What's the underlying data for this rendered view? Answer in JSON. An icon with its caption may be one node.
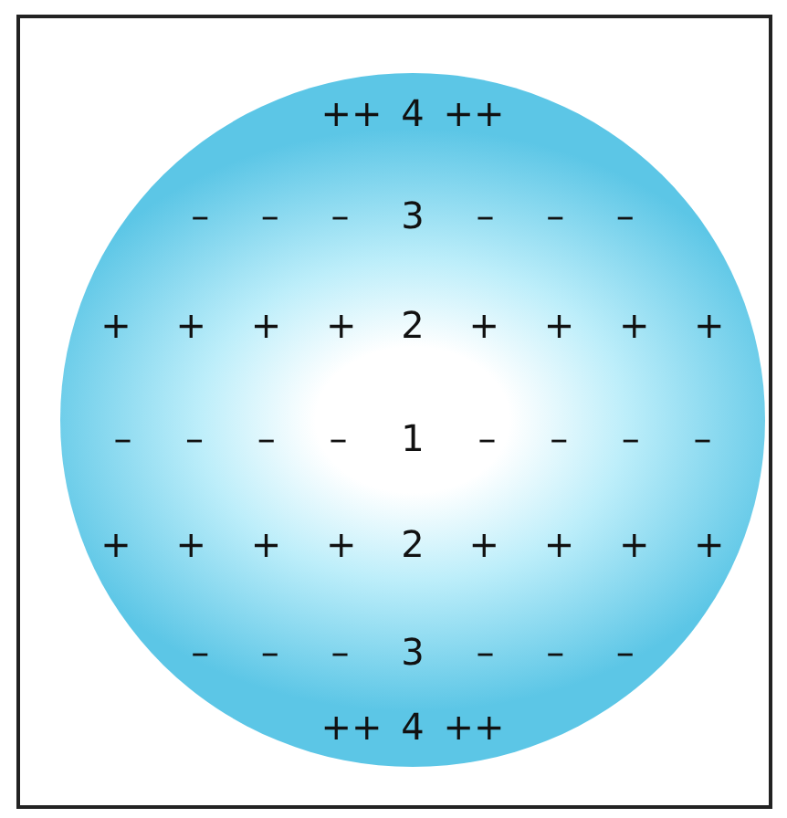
{
  "diagram": {
    "nodes": [
      {
        "text": [
          "++ 4 ++",
          "– – – 3 – – –",
          "+ + + + 2 + + + +",
          "– – – – 1 – – – –",
          "+ + + + 2 + + + +",
          "– – – 3 – – –",
          "++ 4 ++"
        ]
      }
    ]
  }
}
